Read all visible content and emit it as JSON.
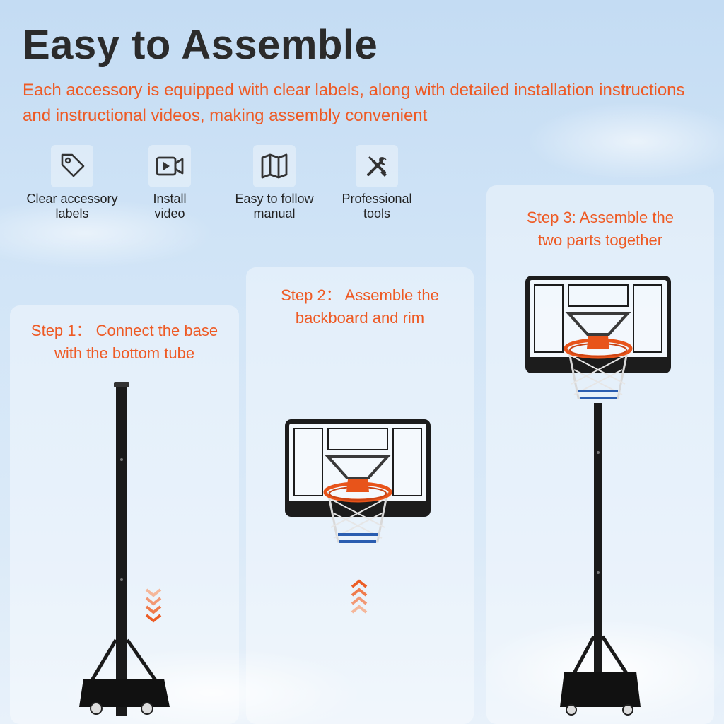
{
  "header": {
    "title": "Easy to Assemble",
    "subtitle": "Each accessory is equipped with clear labels, along with detailed installation instructions and instructional videos, making assembly convenient"
  },
  "features": [
    {
      "icon": "tag-icon",
      "label": "Clear accessory\nlabels"
    },
    {
      "icon": "video-icon",
      "label": "Install\nvideo"
    },
    {
      "icon": "map-manual-icon",
      "label": "Easy to follow\nmanual"
    },
    {
      "icon": "tools-icon",
      "label": "Professional\ntools"
    }
  ],
  "steps": [
    {
      "text": "Step 1： Connect the base\nwith the bottom tube"
    },
    {
      "text": "Step 2： Assemble the\nbackboard and rim"
    },
    {
      "text": "Step 3: Assemble the\ntwo parts together"
    }
  ],
  "colors": {
    "accent": "#ee5a24",
    "title": "#2b2b2b",
    "pole": "#1a1a1a",
    "rim": "#e8541a",
    "net_blue": "#2a5db0"
  }
}
